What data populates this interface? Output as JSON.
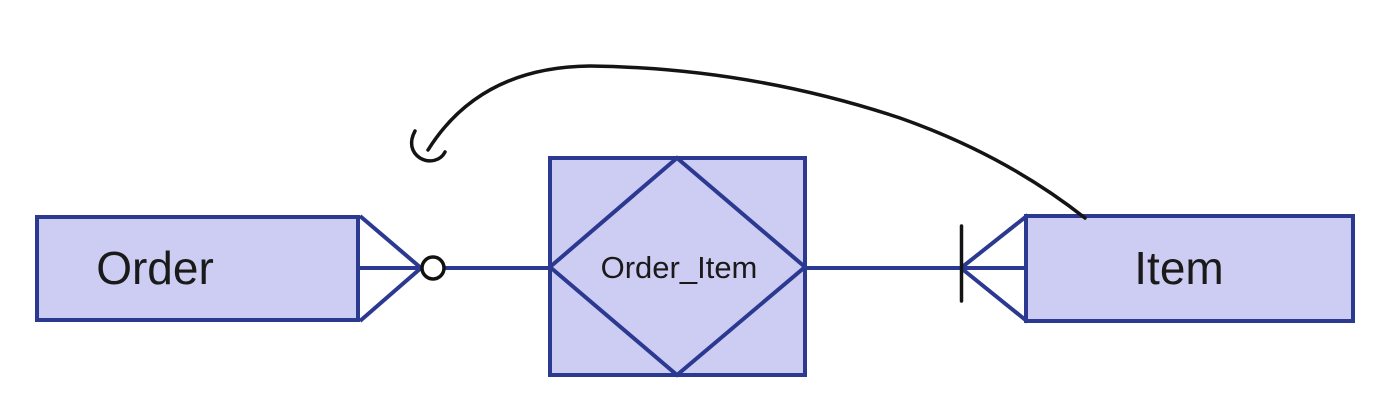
{
  "diagram": {
    "type": "entity-relationship-diagram",
    "entities": [
      {
        "id": "order",
        "label": "Order",
        "shape": "rectangle"
      },
      {
        "id": "item",
        "label": "Item",
        "shape": "rectangle"
      }
    ],
    "relationship": {
      "id": "order_item",
      "label": "Order_Item",
      "shape": "diamond-in-square"
    },
    "connectors": [
      {
        "from": "Order",
        "to": "Order_Item",
        "end_symbols": [
          "crow-foot-many",
          "optional-circle"
        ]
      },
      {
        "from": "Order_Item",
        "to": "Item",
        "end_symbols": [
          "mandatory-bar",
          "crow-foot-many"
        ]
      }
    ],
    "annotation": {
      "type": "hand-drawn-curved-arrow",
      "from": "Item top edge",
      "points_to": "optional-circle beside Order"
    },
    "colors": {
      "background": "#ffffff",
      "shape_fill": "#cdcdf3",
      "shape_border": "#2b3990",
      "connector_line": "#2b3990",
      "annotation_black": "#141414",
      "label_text": "#1a1a1a"
    }
  }
}
